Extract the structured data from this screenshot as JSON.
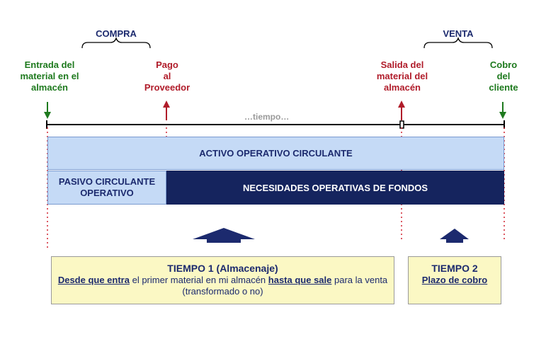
{
  "phases": {
    "compra": "COMPRA",
    "venta": "VENTA"
  },
  "events": {
    "entrada": [
      "Entrada del",
      "material en el",
      "almacén"
    ],
    "pago": [
      "Pago",
      "al",
      "Proveedor"
    ],
    "salida": [
      "Salida del",
      "material del",
      "almacén"
    ],
    "cobro": [
      "Cobro",
      "del",
      "cliente"
    ]
  },
  "timeline_label": "…tiempo…",
  "bars": {
    "activo": "ACTIVO OPERATIVO CIRCULANTE",
    "pasivo_line1": "PASIVO CIRCULANTE",
    "pasivo_line2": "OPERATIVO",
    "nof": "NECESIDADES OPERATIVAS DE FONDOS"
  },
  "tiempo1": {
    "title": "TIEMPO 1 (Almacenaje)",
    "desc_u1": "Desde que entra",
    "desc_t1": " el primer material en mi almacén ",
    "desc_u2": "hasta que sale",
    "desc_t2": " para la venta (transformado o no)"
  },
  "tiempo2": {
    "title": "TIEMPO 2",
    "desc_u": "Plazo de cobro"
  },
  "colors": {
    "green": "#1e7a1e",
    "red": "#b01c2a",
    "navy": "#1c2a6e",
    "light_blue": "#c5daf6",
    "yellow": "#fbf8c4"
  }
}
